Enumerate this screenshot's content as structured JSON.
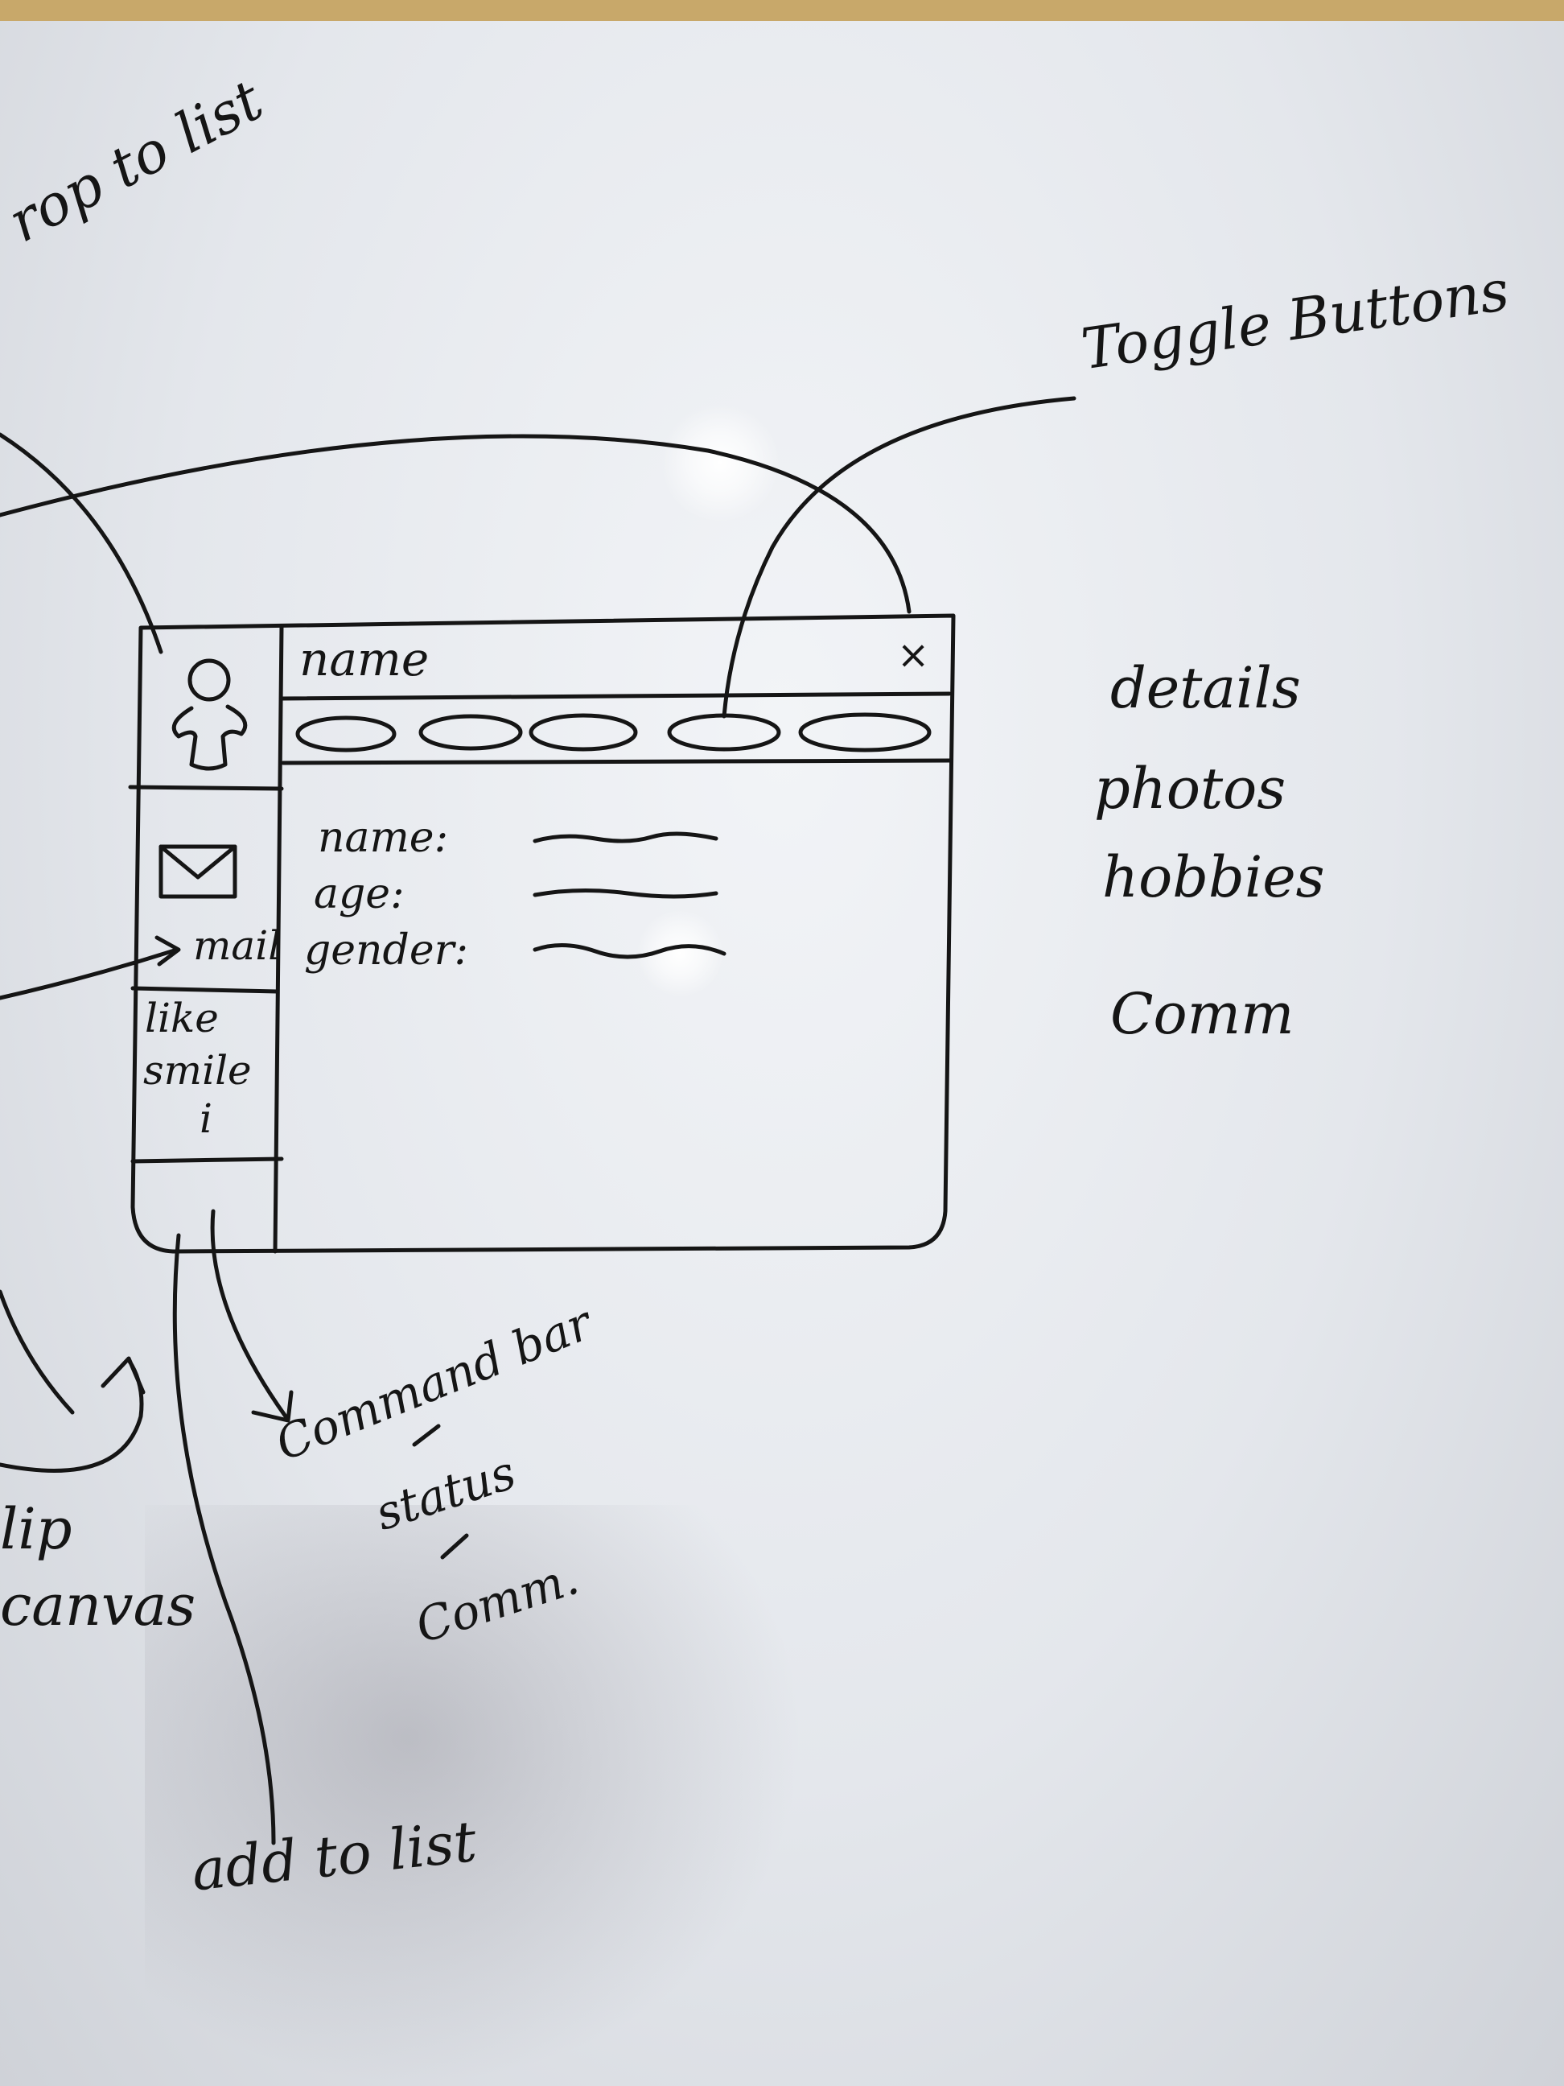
{
  "annotations": {
    "drop_to_list": "rop to list",
    "toggle_buttons": "Toggle Buttons",
    "tabs_list": [
      "details",
      "photos",
      "hobbies",
      "Comm"
    ],
    "command_bar": "Command bar",
    "status": "status",
    "comm": "Comm.",
    "add_to_list": "add to list",
    "flip_canvas": [
      "lip",
      "canvas"
    ]
  },
  "window": {
    "title": "name",
    "close_label": "×",
    "fields": [
      {
        "label": "name:"
      },
      {
        "label": "age:"
      },
      {
        "label": "gender:"
      }
    ],
    "sidebar": {
      "mail_label": "mail",
      "actions": [
        "like",
        "smile",
        "i"
      ]
    }
  },
  "colors": {
    "ink": "#151515",
    "board": "#e6e8ec",
    "frame": "#c8a86a"
  },
  "icons": [
    "person-icon",
    "envelope-icon",
    "close-icon"
  ]
}
